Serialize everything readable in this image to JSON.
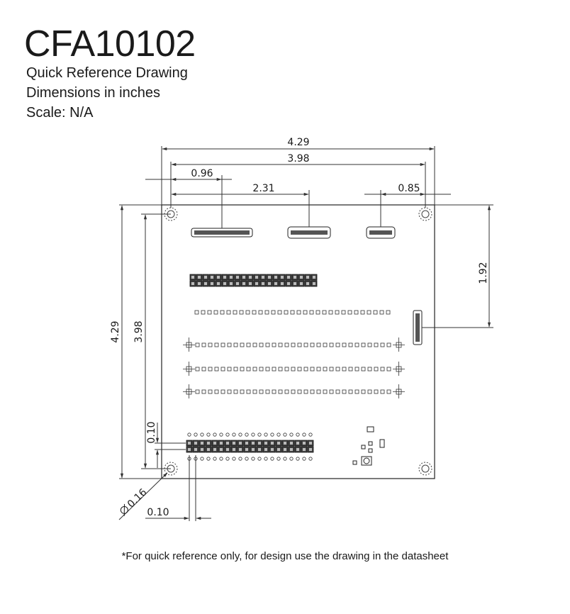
{
  "header": {
    "title": "CFA10102",
    "line1": "Quick Reference Drawing",
    "line2": "Dimensions in inches",
    "line3": "Scale: N/A"
  },
  "dimensions": {
    "overall_width": "4.29",
    "hole_spacing_width": "3.98",
    "conn1_offset": "0.96",
    "conn2_offset": "2.31",
    "conn3_offset": "0.85",
    "side_conn_offset": "1.92",
    "overall_height": "4.29",
    "hole_spacing_height": "3.98",
    "header_offset_y": "0.10",
    "header_offset_x": "0.10",
    "hole_diameter": "0.16"
  },
  "footer": {
    "note": "*For quick reference only, for design use the drawing in the datasheet"
  }
}
